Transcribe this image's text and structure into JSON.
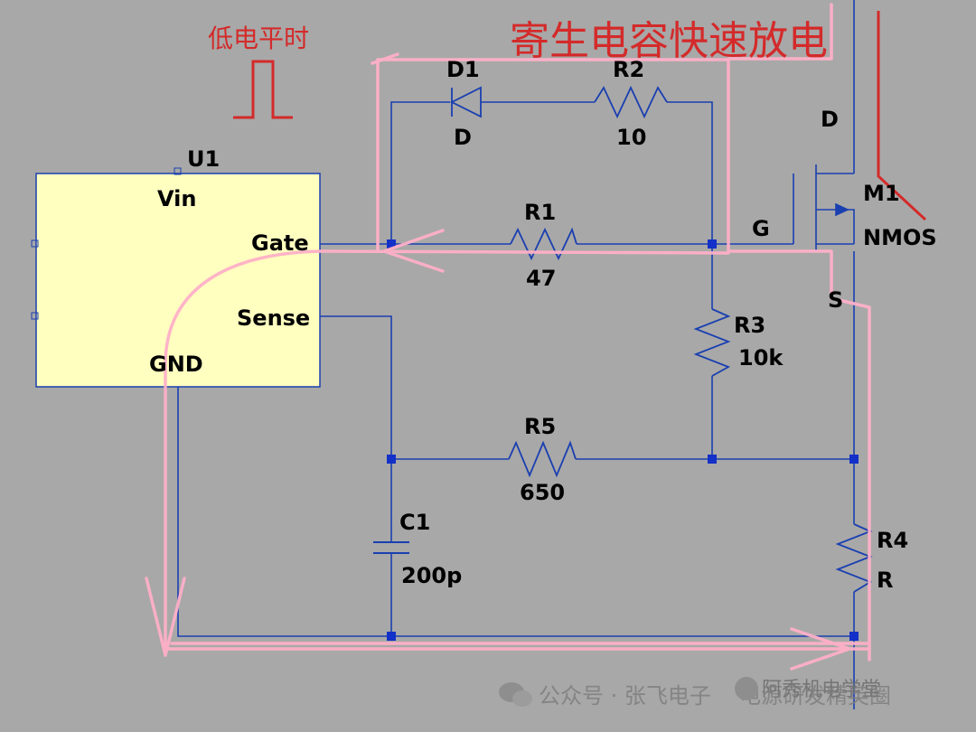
{
  "annotations": {
    "low_level": "低电平时",
    "discharge": "寄生电容快速放电"
  },
  "u1": {
    "ref": "U1",
    "pins": {
      "vin": "Vin",
      "gate": "Gate",
      "sense": "Sense",
      "gnd": "GND"
    }
  },
  "d1": {
    "ref": "D1",
    "value": "D"
  },
  "r2": {
    "ref": "R2",
    "value": "10"
  },
  "r1": {
    "ref": "R1",
    "value": "47"
  },
  "r3": {
    "ref": "R3",
    "value": "10k"
  },
  "r5": {
    "ref": "R5",
    "value": "650"
  },
  "r4": {
    "ref": "R4",
    "value": "R"
  },
  "c1": {
    "ref": "C1",
    "value": "200p"
  },
  "m1": {
    "ref": "M1",
    "type": "NMOS",
    "drain": "D",
    "gate": "G",
    "source": "S"
  },
  "watermark": {
    "left": "公众号 · 张飞电子",
    "right": "电源研发精英圈",
    "overlay": "阿秀机电学堂"
  },
  "colors": {
    "background": "#a8a8a8",
    "wire": "#1a3fb0",
    "junction": "#1330c8",
    "u1_fill": "#ffffc0",
    "annotation_red": "#d42a2a",
    "current_path_pink": "#ffb0c8"
  }
}
